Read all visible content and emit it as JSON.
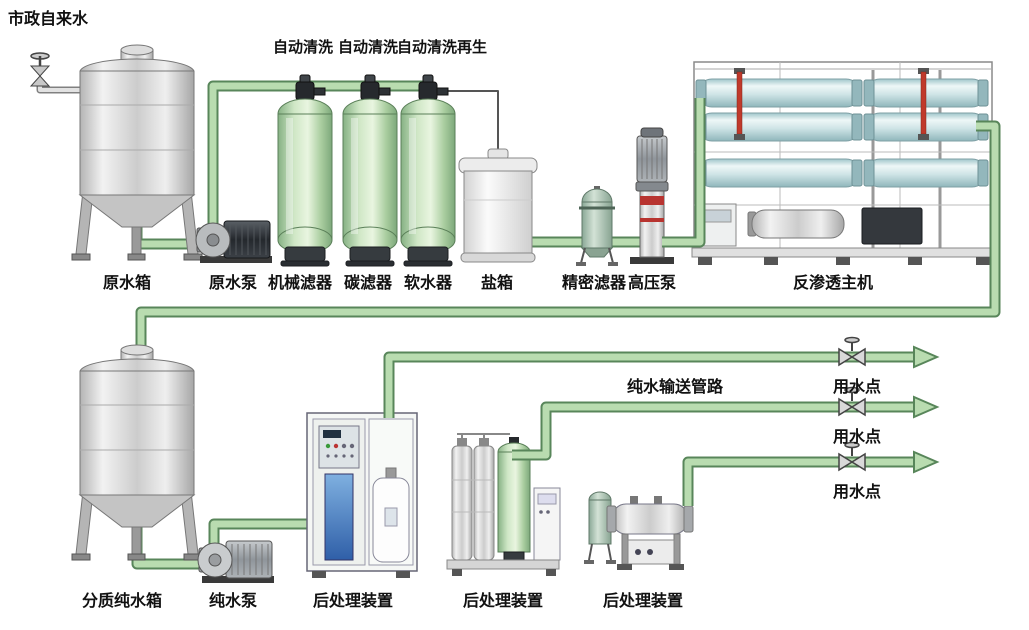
{
  "labels": {
    "municipal_water": "市政自来水",
    "auto_clean_1": "自动清洗",
    "auto_clean_2": "自动清洗",
    "auto_clean_regen": "自动清洗再生",
    "raw_water_tank": "原水箱",
    "raw_water_pump": "原水泵",
    "mechanical_filter": "机械滤器",
    "carbon_filter": "碳滤器",
    "water_softener": "软水器",
    "salt_tank": "盐箱",
    "precision_filter": "精密滤器",
    "high_pressure_pump": "高压泵",
    "ro_main_unit": "反渗透主机",
    "pure_water_pipeline": "纯水输送管路",
    "water_point_1": "用水点",
    "water_point_2": "用水点",
    "water_point_3": "用水点",
    "pure_water_tank": "分质纯水箱",
    "pure_water_pump": "纯水泵",
    "post_treatment_1": "后处理装置",
    "post_treatment_2": "后处理装置",
    "post_treatment_3": "后处理装置"
  },
  "colors": {
    "pipe_fill": "#b9dcb0",
    "pipe_border": "#58865a",
    "filter_tank_green": "#a9cd9f",
    "membrane_blue": "#cfe4e6",
    "background": "#ffffff"
  }
}
